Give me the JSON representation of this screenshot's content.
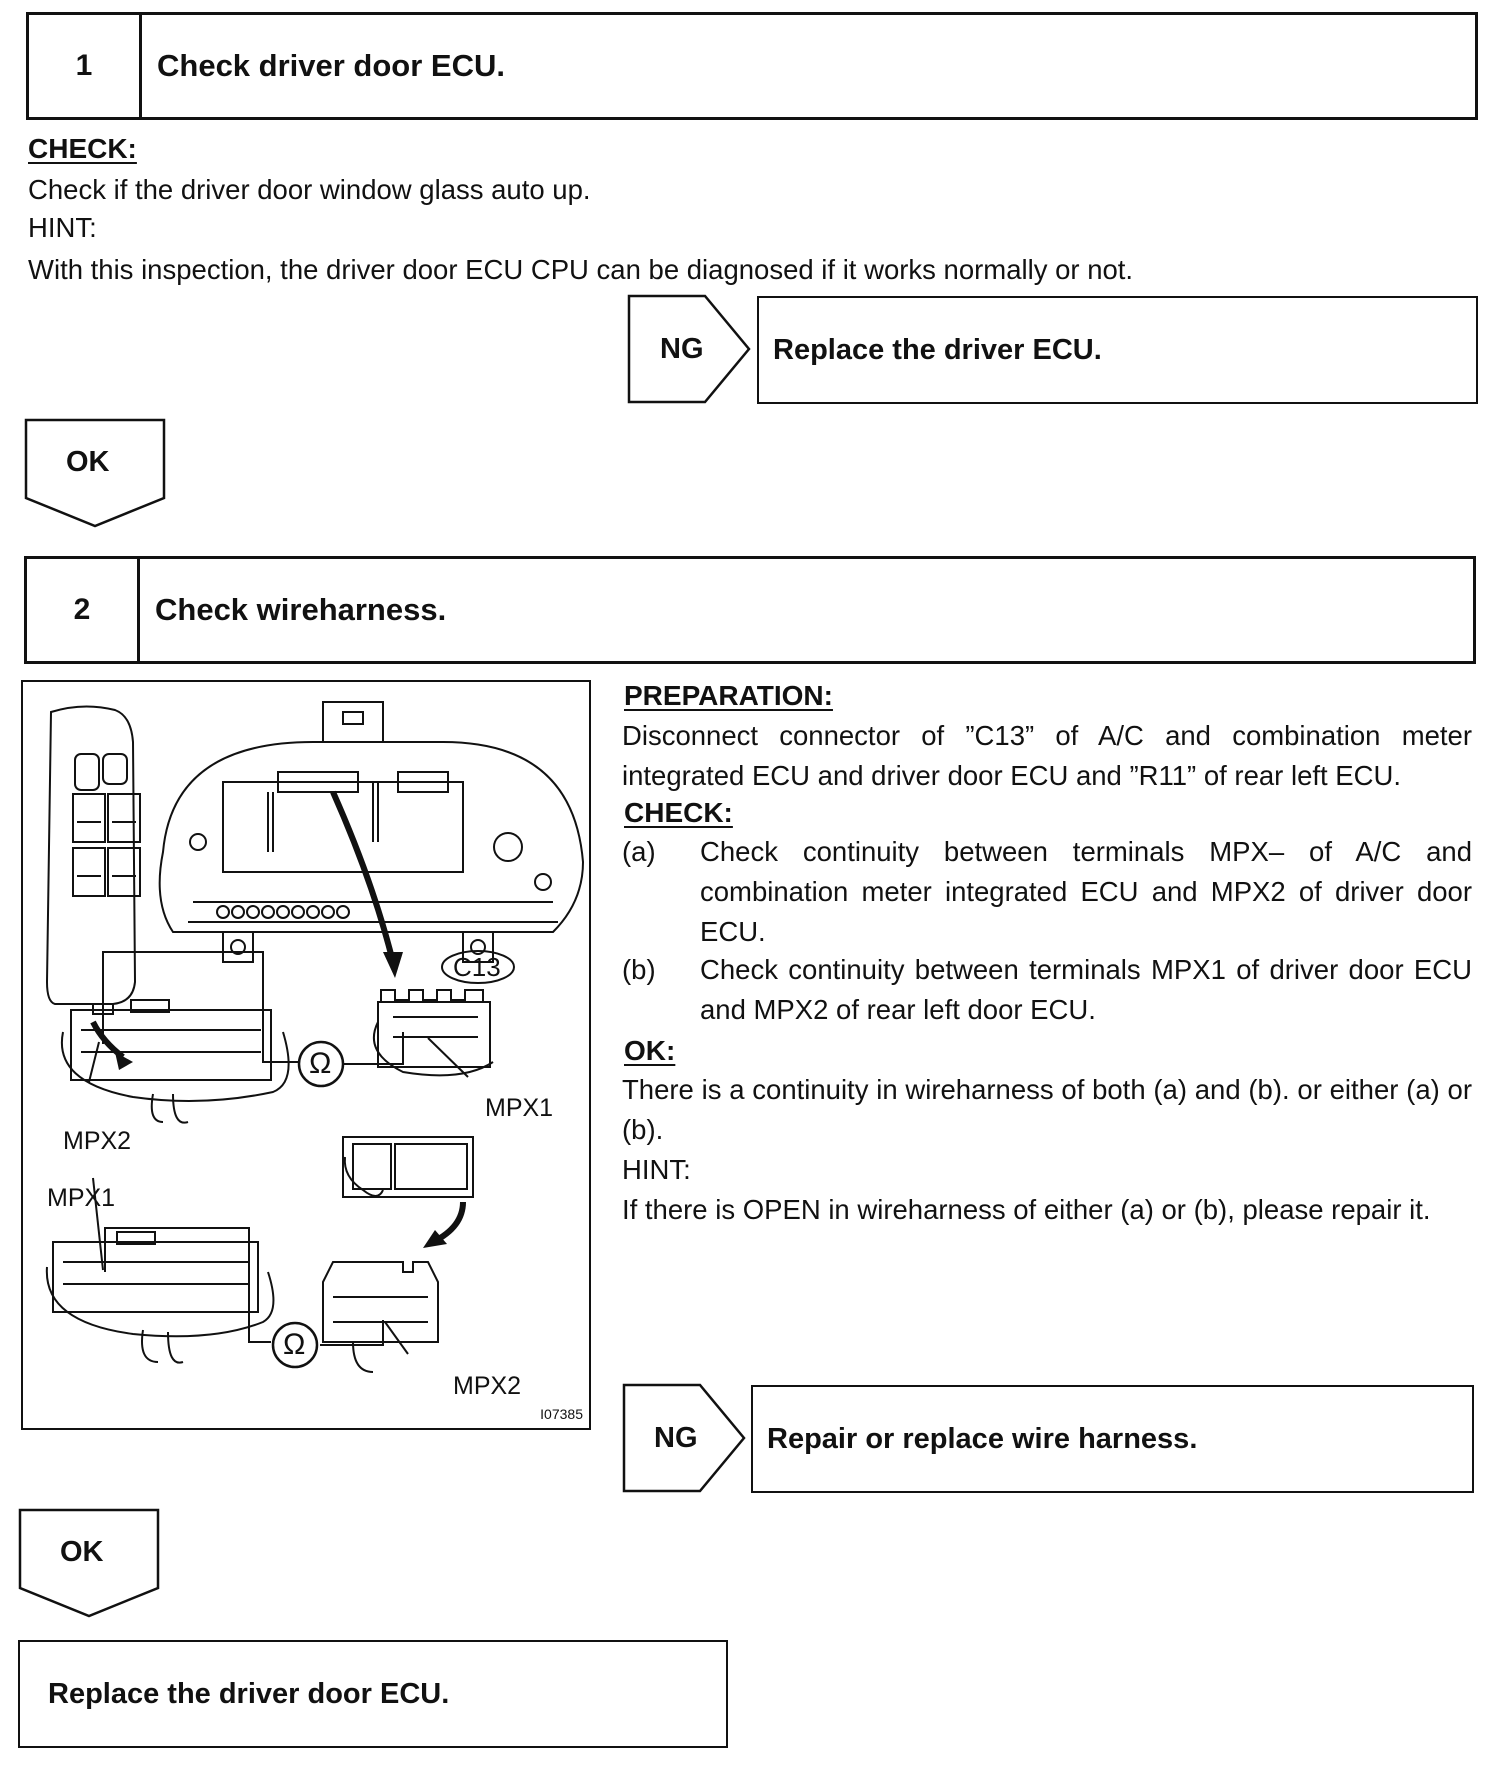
{
  "step1": {
    "number": "1",
    "title": "Check driver door ECU.",
    "check_heading": "CHECK:",
    "check_text": "Check if the driver door window glass auto up.",
    "hint_heading": "HINT:",
    "hint_text": "With this inspection, the driver door ECU CPU can be diagnosed if it works normally or not.",
    "ng_label": "NG",
    "ng_result": "Replace the driver ECU.",
    "ok_label": "OK"
  },
  "step2": {
    "number": "2",
    "title": "Check wireharness.",
    "preparation_heading": "PREPARATION:",
    "preparation_text": "Disconnect connector of ”C13” of A/C and combination meter integrated ECU and driver door ECU and ”R11” of rear left ECU.",
    "check_heading": "CHECK:",
    "check_items": [
      {
        "label": "(a)",
        "text": "Check continuity between terminals MPX– of A/C and combination meter integrated ECU and MPX2 of driver door ECU."
      },
      {
        "label": "(b)",
        "text": "Check continuity between terminals MPX1 of driver door ECU and MPX2 of rear left door ECU."
      }
    ],
    "ok_heading": "OK:",
    "ok_text": "There is a continuity in wireharness of both (a) and (b). or either (a) or (b).",
    "hint_heading": "HINT:",
    "hint_text": "If there is OPEN in wireharness of either (a) or (b), please repair it.",
    "ng_label": "NG",
    "ng_result": "Repair or replace wire harness.",
    "ok_label": "OK"
  },
  "diagram": {
    "connector_label": "C13",
    "ohm_symbol": "Ω",
    "labels": {
      "mpx2_upper": "MPX2",
      "mpx1_upper": "MPX1",
      "mpx1_lower": "MPX1",
      "mpx2_lower": "MPX2"
    },
    "figure_id": "I07385"
  },
  "final": {
    "result": "Replace the driver door ECU."
  }
}
